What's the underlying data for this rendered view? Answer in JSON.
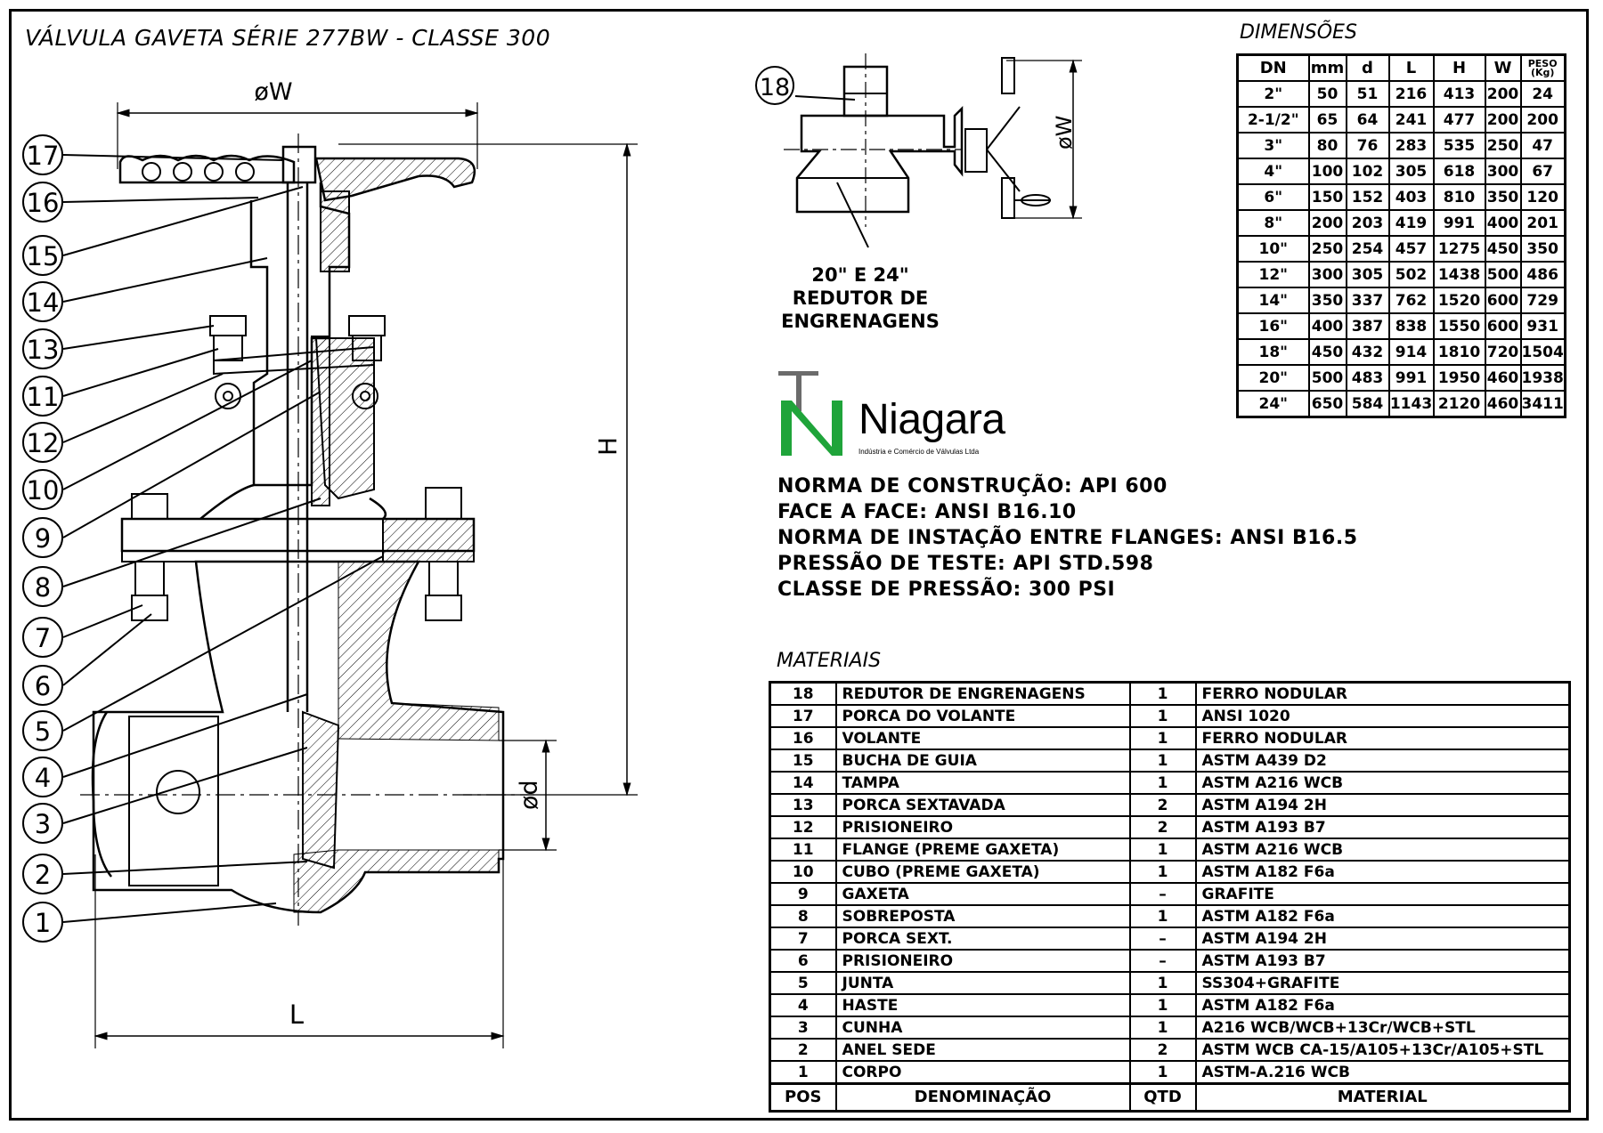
{
  "title": "VÁLVULA GAVETA SÉRIE 277BW - CLASSE 300",
  "drawing": {
    "dim_w": "øW",
    "dim_h": "H",
    "dim_d": "ød",
    "dim_l": "L",
    "callouts": [
      "17",
      "16",
      "15",
      "14",
      "13",
      "11",
      "12",
      "10",
      "9",
      "8",
      "7",
      "6",
      "5",
      "4",
      "3",
      "2",
      "1"
    ],
    "reducer_callout": "18",
    "reducer_dim_w": "øW",
    "reducer_label": [
      "20\" E 24\"",
      "REDUTOR DE",
      "ENGRENAGENS"
    ]
  },
  "logo": {
    "name": "Niagara",
    "subtitle": "Indústria e Comércio de Válvulas Ltda",
    "green": "#1fa43a",
    "gray": "#6b6b6b"
  },
  "dimensions": {
    "title": "DIMENSÕES",
    "headers": [
      "DN",
      "mm",
      "d",
      "L",
      "H",
      "W",
      "PESO (Kg)"
    ],
    "rows": [
      [
        "2\"",
        "50",
        "51",
        "216",
        "413",
        "200",
        "24"
      ],
      [
        "2-1/2\"",
        "65",
        "64",
        "241",
        "477",
        "200",
        "200"
      ],
      [
        "3\"",
        "80",
        "76",
        "283",
        "535",
        "250",
        "47"
      ],
      [
        "4\"",
        "100",
        "102",
        "305",
        "618",
        "300",
        "67"
      ],
      [
        "6\"",
        "150",
        "152",
        "403",
        "810",
        "350",
        "120"
      ],
      [
        "8\"",
        "200",
        "203",
        "419",
        "991",
        "400",
        "201"
      ],
      [
        "10\"",
        "250",
        "254",
        "457",
        "1275",
        "450",
        "350"
      ],
      [
        "12\"",
        "300",
        "305",
        "502",
        "1438",
        "500",
        "486"
      ],
      [
        "14\"",
        "350",
        "337",
        "762",
        "1520",
        "600",
        "729"
      ],
      [
        "16\"",
        "400",
        "387",
        "838",
        "1550",
        "600",
        "931"
      ],
      [
        "18\"",
        "450",
        "432",
        "914",
        "1810",
        "720",
        "1504"
      ],
      [
        "20\"",
        "500",
        "483",
        "991",
        "1950",
        "460",
        "1938"
      ],
      [
        "24\"",
        "650",
        "584",
        "1143",
        "2120",
        "460",
        "3411"
      ]
    ]
  },
  "notes": [
    "NORMA DE CONSTRUÇÃO:  API 600",
    "FACE A FACE:  ANSI B16.10",
    "NORMA DE INSTAÇÃO ENTRE FLANGES:  ANSI B16.5",
    "PRESSÃO DE TESTE:  API STD.598",
    "CLASSE DE PRESSÃO:  300 PSI"
  ],
  "materials": {
    "title": "MATERIAIS",
    "rows": [
      [
        "18",
        "REDUTOR DE ENGRENAGENS",
        "1",
        "FERRO NODULAR"
      ],
      [
        "17",
        "PORCA DO VOLANTE",
        "1",
        "ANSI 1020"
      ],
      [
        "16",
        "VOLANTE",
        "1",
        "FERRO NODULAR"
      ],
      [
        "15",
        "BUCHA DE GUIA",
        "1",
        "ASTM A439 D2"
      ],
      [
        "14",
        "TAMPA",
        "1",
        "ASTM A216 WCB"
      ],
      [
        "13",
        "PORCA SEXTAVADA",
        "2",
        "ASTM A194 2H"
      ],
      [
        "12",
        "PRISIONEIRO",
        "2",
        "ASTM A193 B7"
      ],
      [
        "11",
        "FLANGE (PREME GAXETA)",
        "1",
        "ASTM A216 WCB"
      ],
      [
        "10",
        "CUBO (PREME GAXETA)",
        "1",
        "ASTM A182 F6a"
      ],
      [
        "9",
        "GAXETA",
        "–",
        "GRAFITE"
      ],
      [
        "8",
        "SOBREPOSTA",
        "1",
        "ASTM A182 F6a"
      ],
      [
        "7",
        "PORCA SEXT.",
        "–",
        "ASTM A194 2H"
      ],
      [
        "6",
        "PRISIONEIRO",
        "–",
        "ASTM A193 B7"
      ],
      [
        "5",
        "JUNTA",
        "1",
        "SS304+GRAFITE"
      ],
      [
        "4",
        "HASTE",
        "1",
        "ASTM A182 F6a"
      ],
      [
        "3",
        "CUNHA",
        "1",
        "A216 WCB/WCB+13Cr/WCB+STL"
      ],
      [
        "2",
        "ANEL SEDE",
        "2",
        "ASTM WCB CA-15/A105+13Cr/A105+STL"
      ],
      [
        "1",
        "CORPO",
        "1",
        "ASTM-A.216 WCB"
      ]
    ],
    "headers": [
      "POS",
      "DENOMINAÇÃO",
      "QTD",
      "MATERIAL"
    ]
  }
}
